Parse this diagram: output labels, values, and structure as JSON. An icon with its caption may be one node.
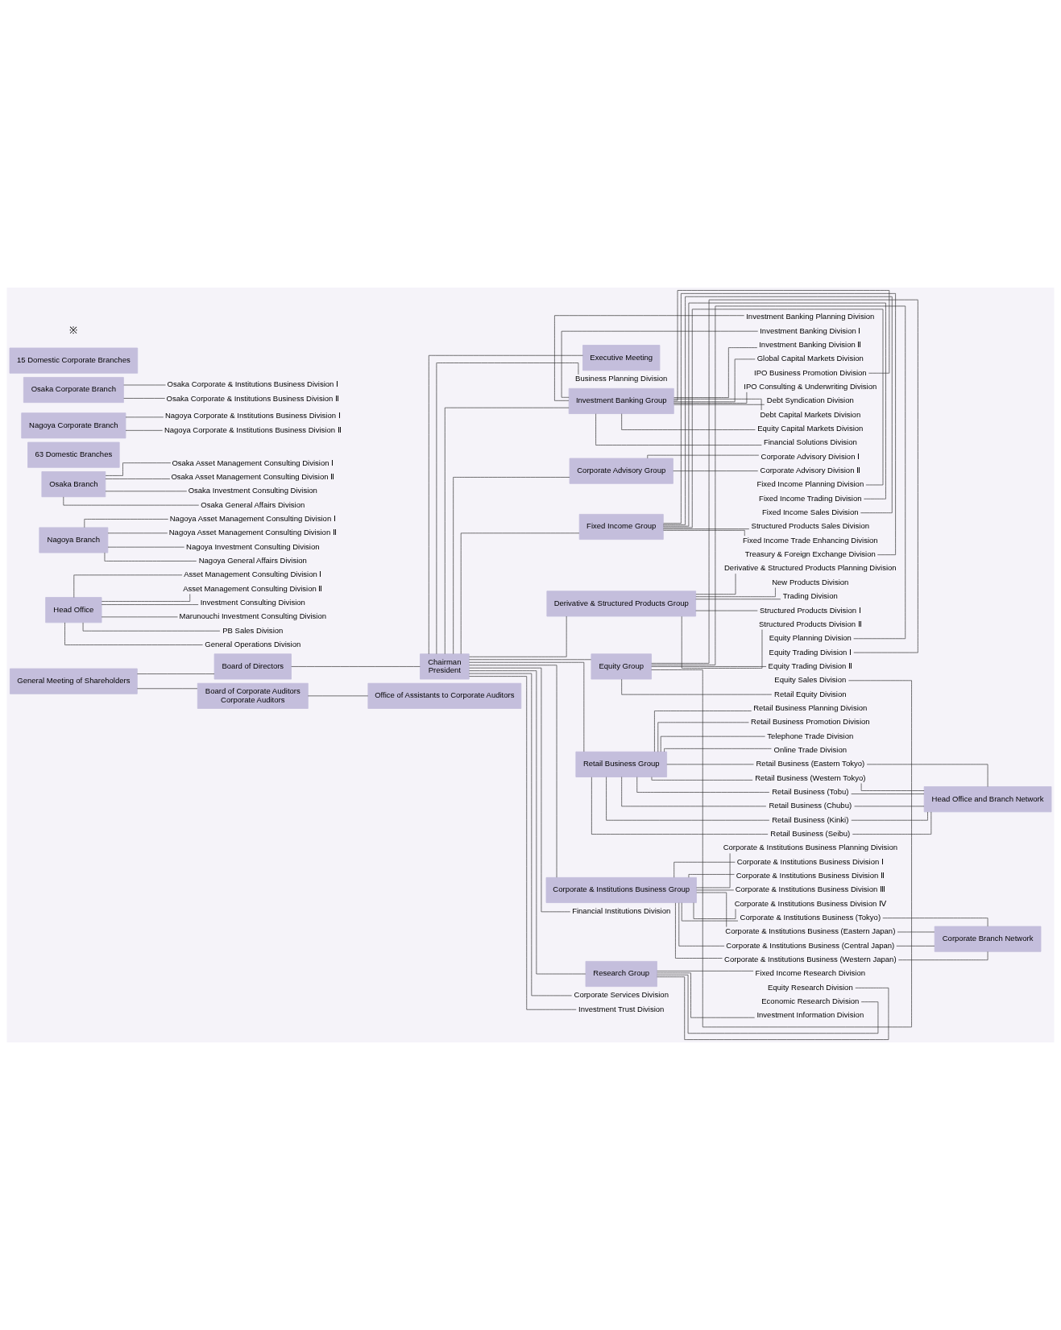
{
  "diagram": {
    "nodes": [
      {
        "text": [
          "General Meeting of Shareholders"
        ]
      },
      {
        "text": [
          "Board of Directors"
        ]
      },
      {
        "text": [
          "Chairman",
          "President"
        ]
      },
      {
        "text": [
          "Board of Corporate Auditors",
          "Corporate Auditors"
        ]
      },
      {
        "text": [
          "Executive Meeting"
        ]
      },
      {
        "text": [
          "Office of Assistants to Corporate Auditors"
        ]
      },
      {
        "text": [
          "Business Planning Division"
        ]
      },
      {
        "text": [
          "Investment Banking Group"
        ]
      },
      {
        "text": [
          "Investment Banking Planning Division"
        ]
      },
      {
        "text": [
          "Investment Banking Division Ⅰ"
        ]
      },
      {
        "text": [
          "Investment Banking Division Ⅱ"
        ]
      },
      {
        "text": [
          "Global Capital Markets Division"
        ]
      },
      {
        "text": [
          "IPO Business Promotion Division"
        ]
      },
      {
        "text": [
          "IPO Consulting & Underwriting Division"
        ]
      },
      {
        "text": [
          "Debt Syndication Division"
        ]
      },
      {
        "text": [
          "Debt Capital Markets Division"
        ]
      },
      {
        "text": [
          "Equity Capital Markets Division"
        ]
      },
      {
        "text": [
          "Financial Solutions Division"
        ]
      },
      {
        "text": [
          "Corporate Advisory Group"
        ]
      },
      {
        "text": [
          "Corporate Advisory Division Ⅰ"
        ]
      },
      {
        "text": [
          "Corporate Advisory Division Ⅱ"
        ]
      },
      {
        "text": [
          "Fixed Income Group"
        ]
      },
      {
        "text": [
          "Fixed Income Planning Division"
        ]
      },
      {
        "text": [
          "Fixed Income Trading Division"
        ]
      },
      {
        "text": [
          "Fixed Income Sales Division"
        ]
      },
      {
        "text": [
          "Structured Products Sales Division"
        ]
      },
      {
        "text": [
          "Fixed Income Trade Enhancing Division"
        ]
      },
      {
        "text": [
          "Treasury & Foreign Exchange Division"
        ]
      },
      {
        "text": [
          "Derivative & Structured Products Group"
        ]
      },
      {
        "text": [
          "Derivative & Structured Products Planning Division"
        ]
      },
      {
        "text": [
          "New Products Division"
        ]
      },
      {
        "text": [
          "Trading Division"
        ]
      },
      {
        "text": [
          "Structured Products Division Ⅰ"
        ]
      },
      {
        "text": [
          "Structured Products Division Ⅱ"
        ]
      },
      {
        "text": [
          "Equity Group"
        ]
      },
      {
        "text": [
          "Equity Planning Division"
        ]
      },
      {
        "text": [
          "Equity Trading Division Ⅰ"
        ]
      },
      {
        "text": [
          "Equity Trading Division Ⅱ"
        ]
      },
      {
        "text": [
          "Equity Sales Division"
        ]
      },
      {
        "text": [
          "Retail Equity Division"
        ]
      },
      {
        "text": [
          "Retail Business Group"
        ]
      },
      {
        "text": [
          "Retail Business Planning Division"
        ]
      },
      {
        "text": [
          "Retail Business Promotion Division"
        ]
      },
      {
        "text": [
          "Telephone Trade Division"
        ]
      },
      {
        "text": [
          "Online Trade Division"
        ]
      },
      {
        "text": [
          "Retail Business (Eastern Tokyo)"
        ]
      },
      {
        "text": [
          "Retail Business (Western Tokyo)"
        ]
      },
      {
        "text": [
          "Retail Business (Tobu)"
        ]
      },
      {
        "text": [
          "Retail Business (Chubu)"
        ]
      },
      {
        "text": [
          "Retail Business (Kinki)"
        ]
      },
      {
        "text": [
          "Retail Business (Seibu)"
        ]
      },
      {
        "text": [
          "Corporate & Institutions Business Group"
        ]
      },
      {
        "text": [
          "Corporate & Institutions Business Planning Division"
        ]
      },
      {
        "text": [
          "Corporate & Institutions Business Division Ⅰ"
        ]
      },
      {
        "text": [
          "Corporate & Institutions Business Division Ⅱ"
        ]
      },
      {
        "text": [
          "Corporate & Institutions Business Division Ⅲ"
        ]
      },
      {
        "text": [
          "Corporate & Institutions Business Division Ⅳ"
        ]
      },
      {
        "text": [
          "Corporate & Institutions Business (Tokyo)"
        ]
      },
      {
        "text": [
          "Corporate & Institutions Business (Eastern Japan)"
        ]
      },
      {
        "text": [
          "Corporate & Institutions Business (Central Japan)"
        ]
      },
      {
        "text": [
          "Corporate & Institutions Business (Western Japan)"
        ]
      },
      {
        "text": [
          "Financial Institutions Division"
        ]
      },
      {
        "text": [
          "Research Group"
        ]
      },
      {
        "text": [
          "Fixed Income Research Division"
        ]
      },
      {
        "text": [
          "Equity Research Division"
        ]
      },
      {
        "text": [
          "Economic Research Division"
        ]
      },
      {
        "text": [
          "Investment Information Division"
        ]
      },
      {
        "text": [
          "Corporate Services Division"
        ]
      },
      {
        "text": [
          "Investment Trust Division"
        ]
      },
      {
        "text": [
          "Head Office and Branch Network"
        ]
      },
      {
        "text": [
          "Head Office"
        ]
      },
      {
        "text": [
          "Asset Management Consulting Division Ⅰ"
        ]
      },
      {
        "text": [
          "Asset Management Consulting Division Ⅱ"
        ]
      },
      {
        "text": [
          "Investment Consulting Division"
        ]
      },
      {
        "text": [
          "Marunouchi Investment Consulting Division"
        ]
      },
      {
        "text": [
          "PB Sales Division"
        ]
      },
      {
        "text": [
          "General Operations Division"
        ]
      },
      {
        "text": [
          "Nagoya Branch"
        ]
      },
      {
        "text": [
          "Nagoya Asset Management Consulting Division Ⅰ"
        ]
      },
      {
        "text": [
          "Nagoya Asset Management Consulting Division Ⅱ"
        ]
      },
      {
        "text": [
          "Nagoya Investment Consulting Division"
        ]
      },
      {
        "text": [
          "Nagoya General Affairs Division"
        ]
      },
      {
        "text": [
          "Osaka Branch"
        ]
      },
      {
        "text": [
          "Osaka Asset Management Consulting Division Ⅰ"
        ]
      },
      {
        "text": [
          "Osaka Asset Management Consulting Division Ⅱ"
        ]
      },
      {
        "text": [
          "Osaka Investment Consulting Division"
        ]
      },
      {
        "text": [
          "Osaka General Affairs Division"
        ]
      },
      {
        "text": [
          "63 Domestic Branches"
        ]
      },
      {
        "text": [
          "Corporate Branch Network"
        ]
      },
      {
        "text": [
          "Nagoya Corporate Branch"
        ]
      },
      {
        "text": [
          "Nagoya Corporate & Institutions Business Division Ⅰ"
        ]
      },
      {
        "text": [
          "Nagoya Corporate & Institutions Business Division Ⅱ"
        ]
      },
      {
        "text": [
          "Osaka Corporate Branch"
        ]
      },
      {
        "text": [
          "Osaka Corporate & Institutions Business Division Ⅰ"
        ]
      },
      {
        "text": [
          "Osaka Corporate & Institutions Business Division Ⅱ"
        ]
      },
      {
        "text": [
          "15 Domestic Corporate Branches"
        ]
      }
    ],
    "edges": [
      {
        "from": 0,
        "to": 1,
        "arrow": "none"
      },
      {
        "from": 1,
        "to": 2,
        "arrow": "none"
      },
      {
        "from": 0,
        "to": 3,
        "arrow": "none"
      },
      {
        "from": 3,
        "to": 5,
        "arrow": "none"
      },
      {
        "from": 2,
        "to": 4,
        "arrow": "none"
      },
      {
        "from": 2,
        "to": 6,
        "arrow": "none"
      },
      {
        "from": 2,
        "to": 7,
        "arrow": "none"
      },
      {
        "from": 7,
        "to": 8,
        "arrow": "none"
      },
      {
        "from": 7,
        "to": 9,
        "arrow": "none"
      },
      {
        "from": 7,
        "to": 10,
        "arrow": "none"
      },
      {
        "from": 7,
        "to": 11,
        "arrow": "none"
      },
      {
        "from": 7,
        "to": 12,
        "arrow": "none"
      },
      {
        "from": 7,
        "to": 13,
        "arrow": "none"
      },
      {
        "from": 7,
        "to": 14,
        "arrow": "none"
      },
      {
        "from": 7,
        "to": 15,
        "arrow": "none"
      },
      {
        "from": 7,
        "to": 16,
        "arrow": "none"
      },
      {
        "from": 7,
        "to": 17,
        "arrow": "none"
      },
      {
        "from": 2,
        "to": 18,
        "arrow": "none"
      },
      {
        "from": 18,
        "to": 19,
        "arrow": "none"
      },
      {
        "from": 18,
        "to": 20,
        "arrow": "none"
      },
      {
        "from": 2,
        "to": 21,
        "arrow": "none"
      },
      {
        "from": 21,
        "to": 22,
        "arrow": "none"
      },
      {
        "from": 21,
        "to": 23,
        "arrow": "none"
      },
      {
        "from": 21,
        "to": 24,
        "arrow": "none"
      },
      {
        "from": 21,
        "to": 25,
        "arrow": "none"
      },
      {
        "from": 21,
        "to": 26,
        "arrow": "none"
      },
      {
        "from": 21,
        "to": 27,
        "arrow": "none"
      },
      {
        "from": 2,
        "to": 28,
        "arrow": "none"
      },
      {
        "from": 28,
        "to": 29,
        "arrow": "none"
      },
      {
        "from": 28,
        "to": 30,
        "arrow": "none"
      },
      {
        "from": 28,
        "to": 31,
        "arrow": "none"
      },
      {
        "from": 28,
        "to": 32,
        "arrow": "none"
      },
      {
        "from": 28,
        "to": 33,
        "arrow": "none"
      },
      {
        "from": 2,
        "to": 34,
        "arrow": "none"
      },
      {
        "from": 34,
        "to": 35,
        "arrow": "none"
      },
      {
        "from": 34,
        "to": 36,
        "arrow": "none"
      },
      {
        "from": 34,
        "to": 37,
        "arrow": "none"
      },
      {
        "from": 34,
        "to": 38,
        "arrow": "none"
      },
      {
        "from": 34,
        "to": 39,
        "arrow": "none"
      },
      {
        "from": 2,
        "to": 40,
        "arrow": "none"
      },
      {
        "from": 40,
        "to": 41,
        "arrow": "none"
      },
      {
        "from": 40,
        "to": 42,
        "arrow": "none"
      },
      {
        "from": 40,
        "to": 43,
        "arrow": "none"
      },
      {
        "from": 40,
        "to": 44,
        "arrow": "none"
      },
      {
        "from": 40,
        "to": 45,
        "arrow": "none"
      },
      {
        "from": 40,
        "to": 46,
        "arrow": "none"
      },
      {
        "from": 40,
        "to": 47,
        "arrow": "none"
      },
      {
        "from": 40,
        "to": 48,
        "arrow": "none"
      },
      {
        "from": 40,
        "to": 49,
        "arrow": "none"
      },
      {
        "from": 40,
        "to": 50,
        "arrow": "none"
      },
      {
        "from": 45,
        "to": 69,
        "arrow": "none"
      },
      {
        "from": 46,
        "to": 69,
        "arrow": "none"
      },
      {
        "from": 47,
        "to": 69,
        "arrow": "none"
      },
      {
        "from": 48,
        "to": 69,
        "arrow": "none"
      },
      {
        "from": 49,
        "to": 69,
        "arrow": "none"
      },
      {
        "from": 50,
        "to": 69,
        "arrow": "none"
      },
      {
        "from": 2,
        "to": 51,
        "arrow": "none"
      },
      {
        "from": 51,
        "to": 52,
        "arrow": "none"
      },
      {
        "from": 51,
        "to": 53,
        "arrow": "none"
      },
      {
        "from": 51,
        "to": 54,
        "arrow": "none"
      },
      {
        "from": 51,
        "to": 55,
        "arrow": "none"
      },
      {
        "from": 51,
        "to": 56,
        "arrow": "none"
      },
      {
        "from": 51,
        "to": 57,
        "arrow": "none"
      },
      {
        "from": 51,
        "to": 58,
        "arrow": "none"
      },
      {
        "from": 51,
        "to": 59,
        "arrow": "none"
      },
      {
        "from": 51,
        "to": 60,
        "arrow": "none"
      },
      {
        "from": 57,
        "to": 88,
        "arrow": "none"
      },
      {
        "from": 58,
        "to": 88,
        "arrow": "none"
      },
      {
        "from": 59,
        "to": 88,
        "arrow": "none"
      },
      {
        "from": 60,
        "to": 88,
        "arrow": "none"
      },
      {
        "from": 2,
        "to": 61,
        "arrow": "none"
      },
      {
        "from": 2,
        "to": 62,
        "arrow": "none"
      },
      {
        "from": 62,
        "to": 63,
        "arrow": "none"
      },
      {
        "from": 62,
        "to": 64,
        "arrow": "none"
      },
      {
        "from": 62,
        "to": 65,
        "arrow": "none"
      },
      {
        "from": 62,
        "to": 66,
        "arrow": "none"
      },
      {
        "from": 2,
        "to": 67,
        "arrow": "none"
      },
      {
        "from": 2,
        "to": 68,
        "arrow": "none"
      },
      {
        "from": 70,
        "to": 71,
        "arrow": "none"
      },
      {
        "from": 70,
        "to": 72,
        "arrow": "none"
      },
      {
        "from": 70,
        "to": 73,
        "arrow": "none"
      },
      {
        "from": 70,
        "to": 74,
        "arrow": "none"
      },
      {
        "from": 70,
        "to": 75,
        "arrow": "none"
      },
      {
        "from": 70,
        "to": 76,
        "arrow": "none"
      },
      {
        "from": 77,
        "to": 78,
        "arrow": "none"
      },
      {
        "from": 77,
        "to": 79,
        "arrow": "none"
      },
      {
        "from": 77,
        "to": 80,
        "arrow": "none"
      },
      {
        "from": 77,
        "to": 81,
        "arrow": "none"
      },
      {
        "from": 82,
        "to": 83,
        "arrow": "none"
      },
      {
        "from": 82,
        "to": 84,
        "arrow": "none"
      },
      {
        "from": 82,
        "to": 85,
        "arrow": "none"
      },
      {
        "from": 82,
        "to": 86,
        "arrow": "none"
      },
      {
        "from": 89,
        "to": 90,
        "arrow": "none"
      },
      {
        "from": 89,
        "to": 91,
        "arrow": "none"
      },
      {
        "from": 92,
        "to": 93,
        "arrow": "none"
      },
      {
        "from": 92,
        "to": 94,
        "arrow": "none"
      }
    ],
    "labels": [
      "※"
    ]
  }
}
